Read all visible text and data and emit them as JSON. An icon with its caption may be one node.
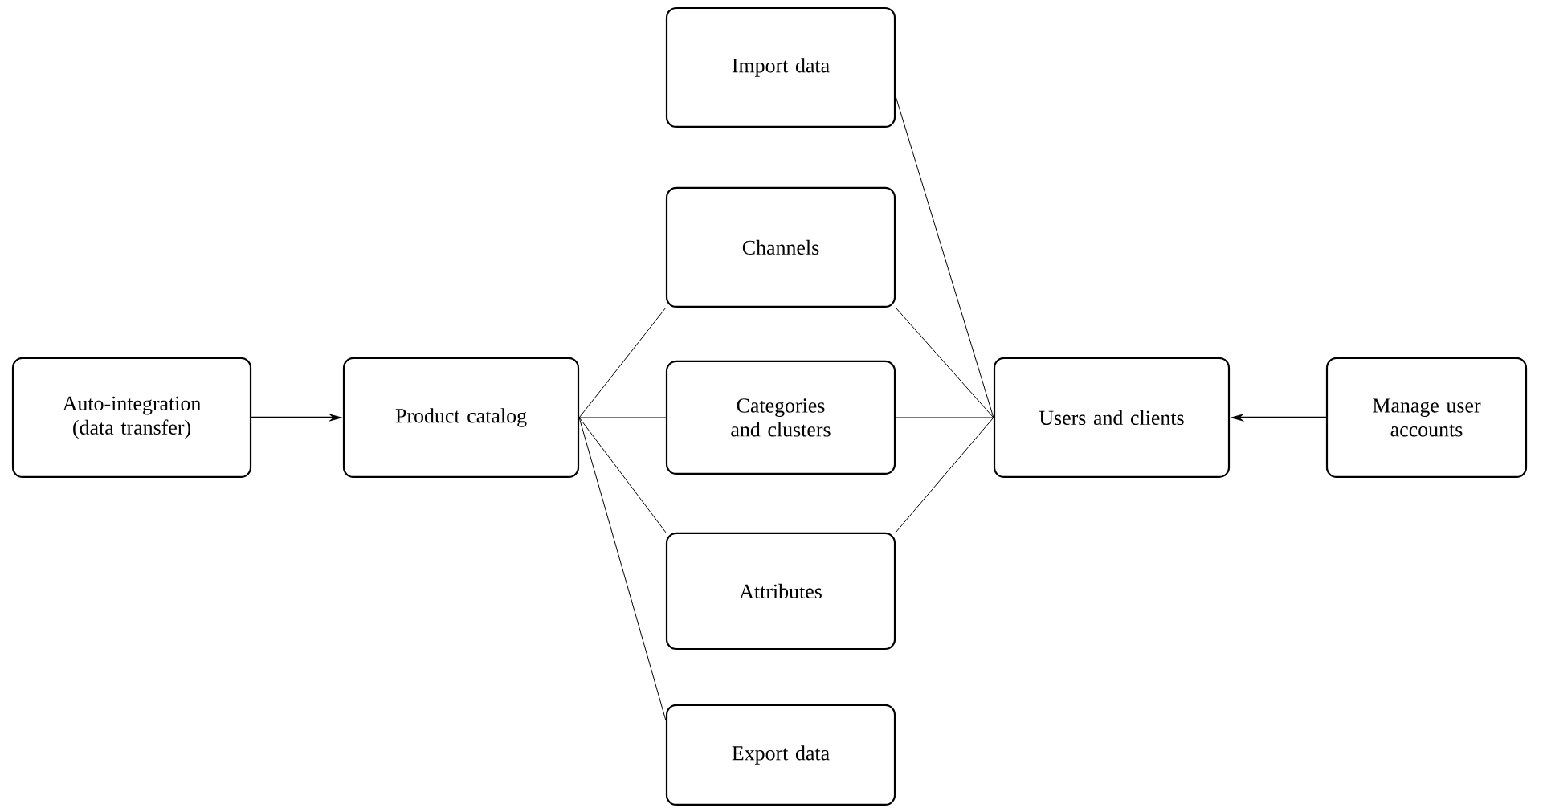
{
  "diagram": {
    "nodes": [
      {
        "text": [
          "Auto-integration (data transfer)"
        ]
      },
      {
        "text": [
          "Product catalog"
        ]
      },
      {
        "text": [
          "Import data"
        ]
      },
      {
        "text": [
          "Channels"
        ]
      },
      {
        "text": [
          "Categories and clusters"
        ]
      },
      {
        "text": [
          "Attributes"
        ]
      },
      {
        "text": [
          "Export data"
        ]
      },
      {
        "text": [
          "Users and clients"
        ]
      },
      {
        "text": [
          "Manage user accounts"
        ]
      }
    ],
    "edges": [
      {
        "from": 0,
        "to": 1,
        "arrow": "to"
      },
      {
        "from": 8,
        "to": 7,
        "arrow": "to"
      },
      {
        "from": 1,
        "to": 3,
        "arrow": "none"
      },
      {
        "from": 1,
        "to": 4,
        "arrow": "none"
      },
      {
        "from": 1,
        "to": 5,
        "arrow": "none"
      },
      {
        "from": 1,
        "to": 6,
        "arrow": "none"
      },
      {
        "from": 7,
        "to": 2,
        "arrow": "none"
      },
      {
        "from": 7,
        "to": 3,
        "arrow": "none"
      },
      {
        "from": 7,
        "to": 4,
        "arrow": "none"
      },
      {
        "from": 7,
        "to": 5,
        "arrow": "none"
      }
    ]
  }
}
